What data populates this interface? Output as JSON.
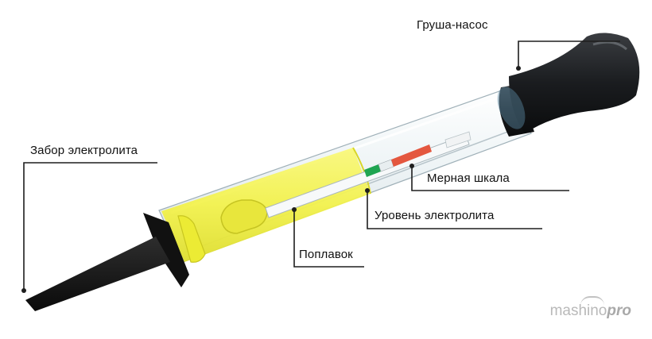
{
  "labels": {
    "pump_bulb": "Груша-насос",
    "electrolyte_intake": "Забор электролита",
    "measuring_scale": "Мерная шкала",
    "electrolyte_level": "Уровень электролита",
    "float": "Поплавок"
  },
  "watermark": {
    "main": "mashino",
    "suffix": "pro"
  },
  "colors": {
    "electrolyte": "#f3f24a",
    "bulb": "#1a1c1f",
    "tip": "#141414",
    "scale_red": "#e4573f",
    "scale_green": "#1fa551",
    "leader_line": "#1e1e1e"
  }
}
